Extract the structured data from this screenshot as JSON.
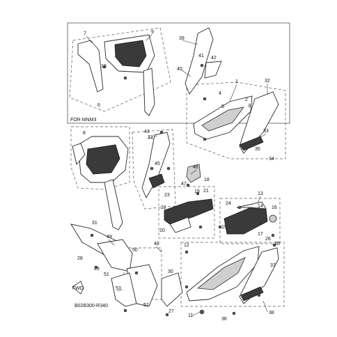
{
  "section_label": "FOR MNM3",
  "diagram_code": "B02B300-R340",
  "fwd_label": "FWD",
  "callouts": [
    "1",
    "2",
    "3",
    "4",
    "5",
    "6",
    "7",
    "8",
    "9",
    "10",
    "11",
    "12",
    "13",
    "14",
    "15",
    "16",
    "17",
    "18",
    "19",
    "20",
    "21",
    "22",
    "23",
    "24",
    "25",
    "26",
    "27",
    "28",
    "29",
    "30",
    "31",
    "32",
    "33",
    "34",
    "35",
    "36",
    "37",
    "38",
    "39",
    "40",
    "41",
    "42",
    "43",
    "44",
    "45",
    "46",
    "47",
    "48",
    "49",
    "50",
    "51",
    "52",
    "53"
  ]
}
